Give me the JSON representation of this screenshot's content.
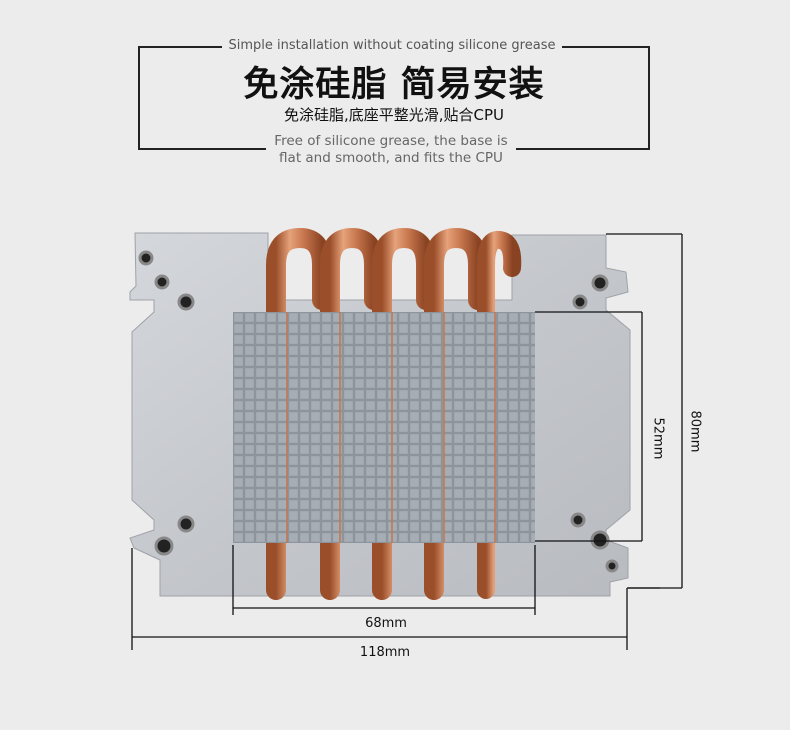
{
  "header": {
    "top_caption": "Simple installation without coating silicone grease",
    "title_cn": "免涂硅脂 简易安装",
    "subtitle_cn": "免涂硅脂,底座平整光滑,贴合CPU",
    "subtitle_en_line1": "Free of silicone grease, the base is",
    "subtitle_en_line2": "flat and smooth, and fits the CPU"
  },
  "dimensions": {
    "contact_width": "68mm",
    "total_width": "118mm",
    "contact_height": "52mm",
    "total_height": "80mm"
  },
  "colors": {
    "background": "#ececec",
    "aluminum": "#c9ccd0",
    "copper": "#c8774f",
    "pad": "#9da3ab"
  }
}
